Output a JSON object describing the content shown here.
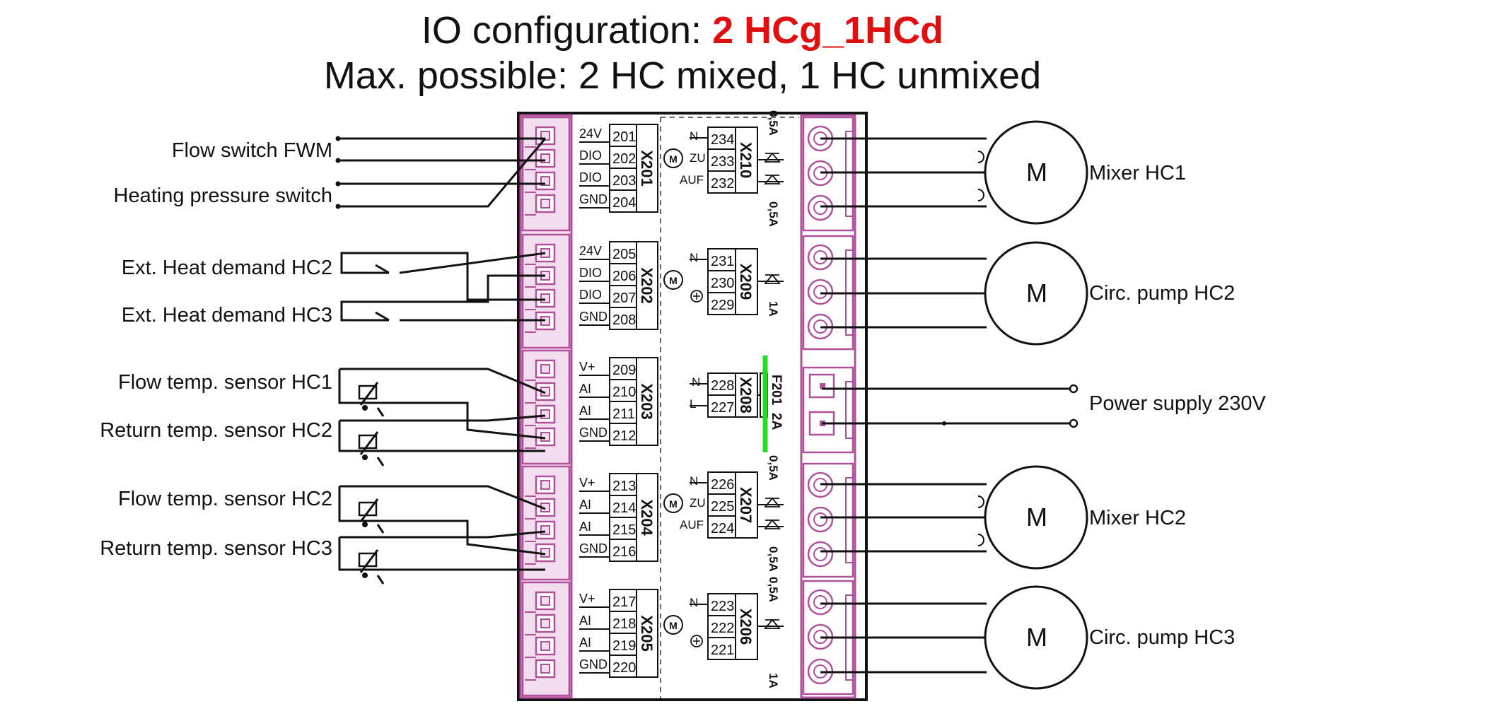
{
  "title": {
    "prefix": "IO configuration: ",
    "config": "2 HCg_1HCd"
  },
  "subtitle": "Max. possible: 2 HC mixed, 1 HC unmixed",
  "colors": {
    "terminal_pink": "#b0509a",
    "terminal_fill": "#f4dcef",
    "config_red": "#e01010",
    "fuse_green": "#22dd22",
    "line": "#111111"
  },
  "left_labels": [
    "Flow switch FWM",
    "Heating pressure switch",
    "Ext. Heat demand HC2",
    "Ext. Heat demand HC3",
    "Flow temp. sensor HC1",
    "Return temp. sensor HC2",
    "Flow temp. sensor HC2",
    "Return temp. sensor HC3"
  ],
  "right_labels": [
    "Mixer HC1",
    "Circ. pump HC2",
    "Power supply 230V",
    "Mixer HC2",
    "Circ. pump HC3"
  ],
  "motor_label": "M",
  "left_connectors": [
    {
      "name": "X201",
      "signals": [
        "24V",
        "DIO",
        "DIO",
        "GND"
      ],
      "terminals": [
        "201",
        "202",
        "203",
        "204"
      ]
    },
    {
      "name": "X202",
      "signals": [
        "24V",
        "DIO",
        "DIO",
        "GND"
      ],
      "terminals": [
        "205",
        "206",
        "207",
        "208"
      ]
    },
    {
      "name": "X203",
      "signals": [
        "V+",
        "AI",
        "AI",
        "GND"
      ],
      "terminals": [
        "209",
        "210",
        "211",
        "212"
      ]
    },
    {
      "name": "X204",
      "signals": [
        "V+",
        "AI",
        "AI",
        "GND"
      ],
      "terminals": [
        "213",
        "214",
        "215",
        "216"
      ]
    },
    {
      "name": "X205",
      "signals": [
        "V+",
        "AI",
        "AI",
        "GND"
      ],
      "terminals": [
        "217",
        "218",
        "219",
        "220"
      ]
    }
  ],
  "right_connectors": [
    {
      "name": "X210",
      "signals": [
        "N",
        "ZU",
        "AUF"
      ],
      "terminals": [
        "234",
        "233",
        "232"
      ],
      "ratings": [
        "0,5A",
        "0,5A"
      ]
    },
    {
      "name": "X209",
      "signals": [
        "N",
        "",
        ""
      ],
      "terminals": [
        "231",
        "230",
        "229"
      ],
      "ratings": [
        "1A"
      ]
    },
    {
      "name": "X208",
      "signals": [
        "N",
        "L"
      ],
      "terminals": [
        "228",
        "227"
      ],
      "ratings": []
    },
    {
      "name": "X207",
      "signals": [
        "N",
        "ZU",
        "AUF"
      ],
      "terminals": [
        "226",
        "225",
        "224"
      ],
      "ratings": [
        "0,5A",
        "0,5A"
      ]
    },
    {
      "name": "X206",
      "signals": [
        "N",
        "",
        ""
      ],
      "terminals": [
        "223",
        "222",
        "221"
      ],
      "ratings": [
        "0,5A",
        "1A"
      ]
    }
  ],
  "fuse": {
    "name": "F201",
    "rating": "2A"
  }
}
